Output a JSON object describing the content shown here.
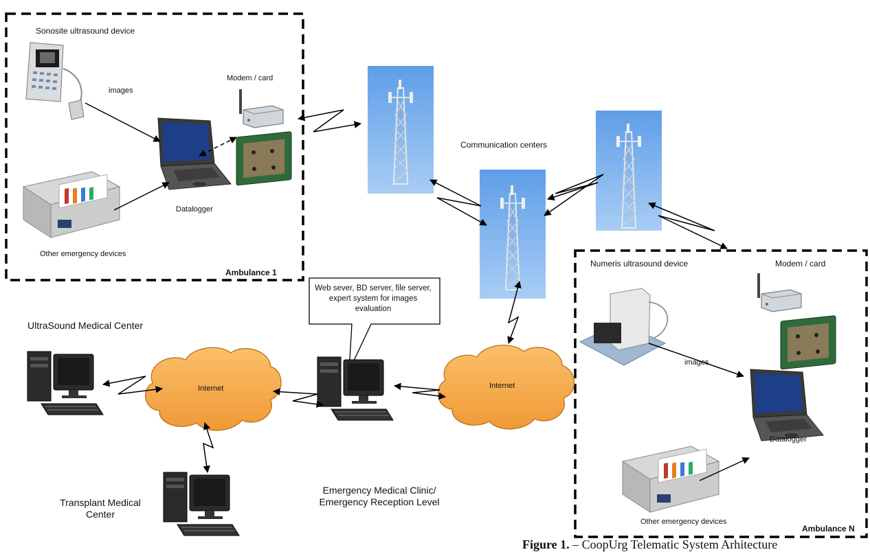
{
  "ambulance1": {
    "label": "Ambulance 1",
    "ultrasound_label": "Sonosite ultrasound device",
    "images_label": "images",
    "modem_label": "Modem / card",
    "datalogger_label": "Datalogger",
    "other_devices_label": "Other emergency devices"
  },
  "communication_centers_label": "Communication centers",
  "ambulanceN": {
    "label": "Ambulance N",
    "ultrasound_label": "Numeris ultrasound device",
    "modem_label": "Modem / card",
    "images_label": "images",
    "datalogger_label": "Datalogger",
    "other_devices_label": "Other emergency devices"
  },
  "server_bubble": "Web sever, BD server, file server, expert system for images evaluation",
  "ultrasound_center_label": "UltraSound Medical Center",
  "internet_left_label": "Internet",
  "internet_right_label": "Internet",
  "emergency_clinic_label": "Emergency Medical Clinic/ Emergency Reception Level",
  "transplant_center_label": "Transplant Medical Center",
  "caption": {
    "number": "Figure 1.",
    "text": "CoopUrg Telematic System Arhitecture"
  },
  "colors": {
    "sky": "#8ab8ee",
    "cloud": "#f5a94a",
    "cloud_stroke": "#b86a12",
    "tower": "#d8d8d8"
  }
}
